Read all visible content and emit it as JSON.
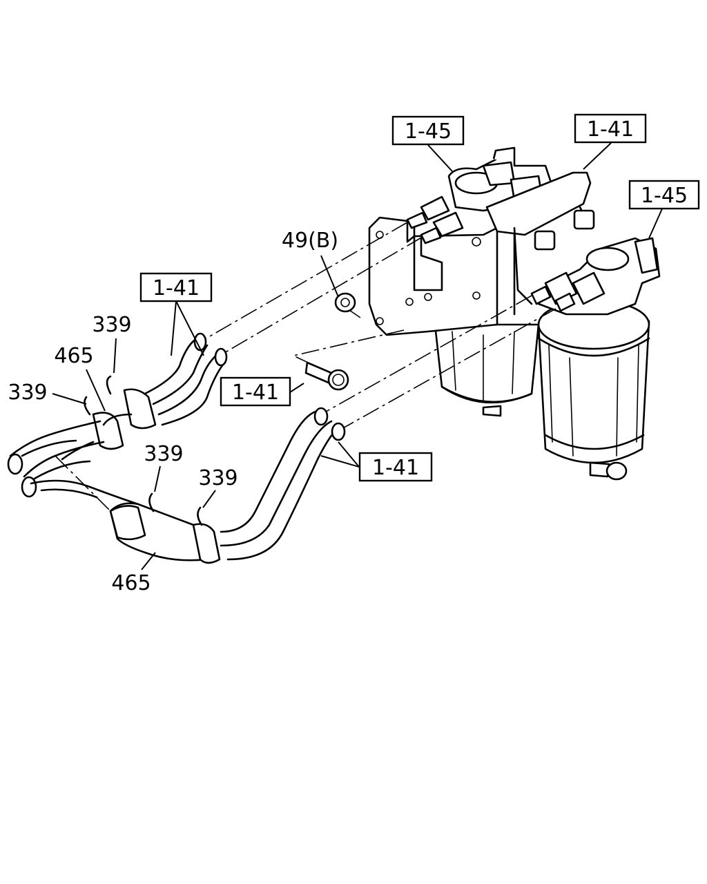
{
  "labels": {
    "ref_1_45_top": "1-45",
    "ref_1_41_top": "1-41",
    "ref_1_45_right": "1-45",
    "ref_1_41_left": "1-41",
    "ref_1_41_bolt": "1-41",
    "ref_1_41_bottom": "1-41",
    "nut_49b": "49(B)",
    "clip_339_a": "339",
    "clip_339_b": "339",
    "clip_339_c": "339",
    "clip_339_d": "339",
    "hose_465_top": "465",
    "hose_465_bottom": "465"
  }
}
